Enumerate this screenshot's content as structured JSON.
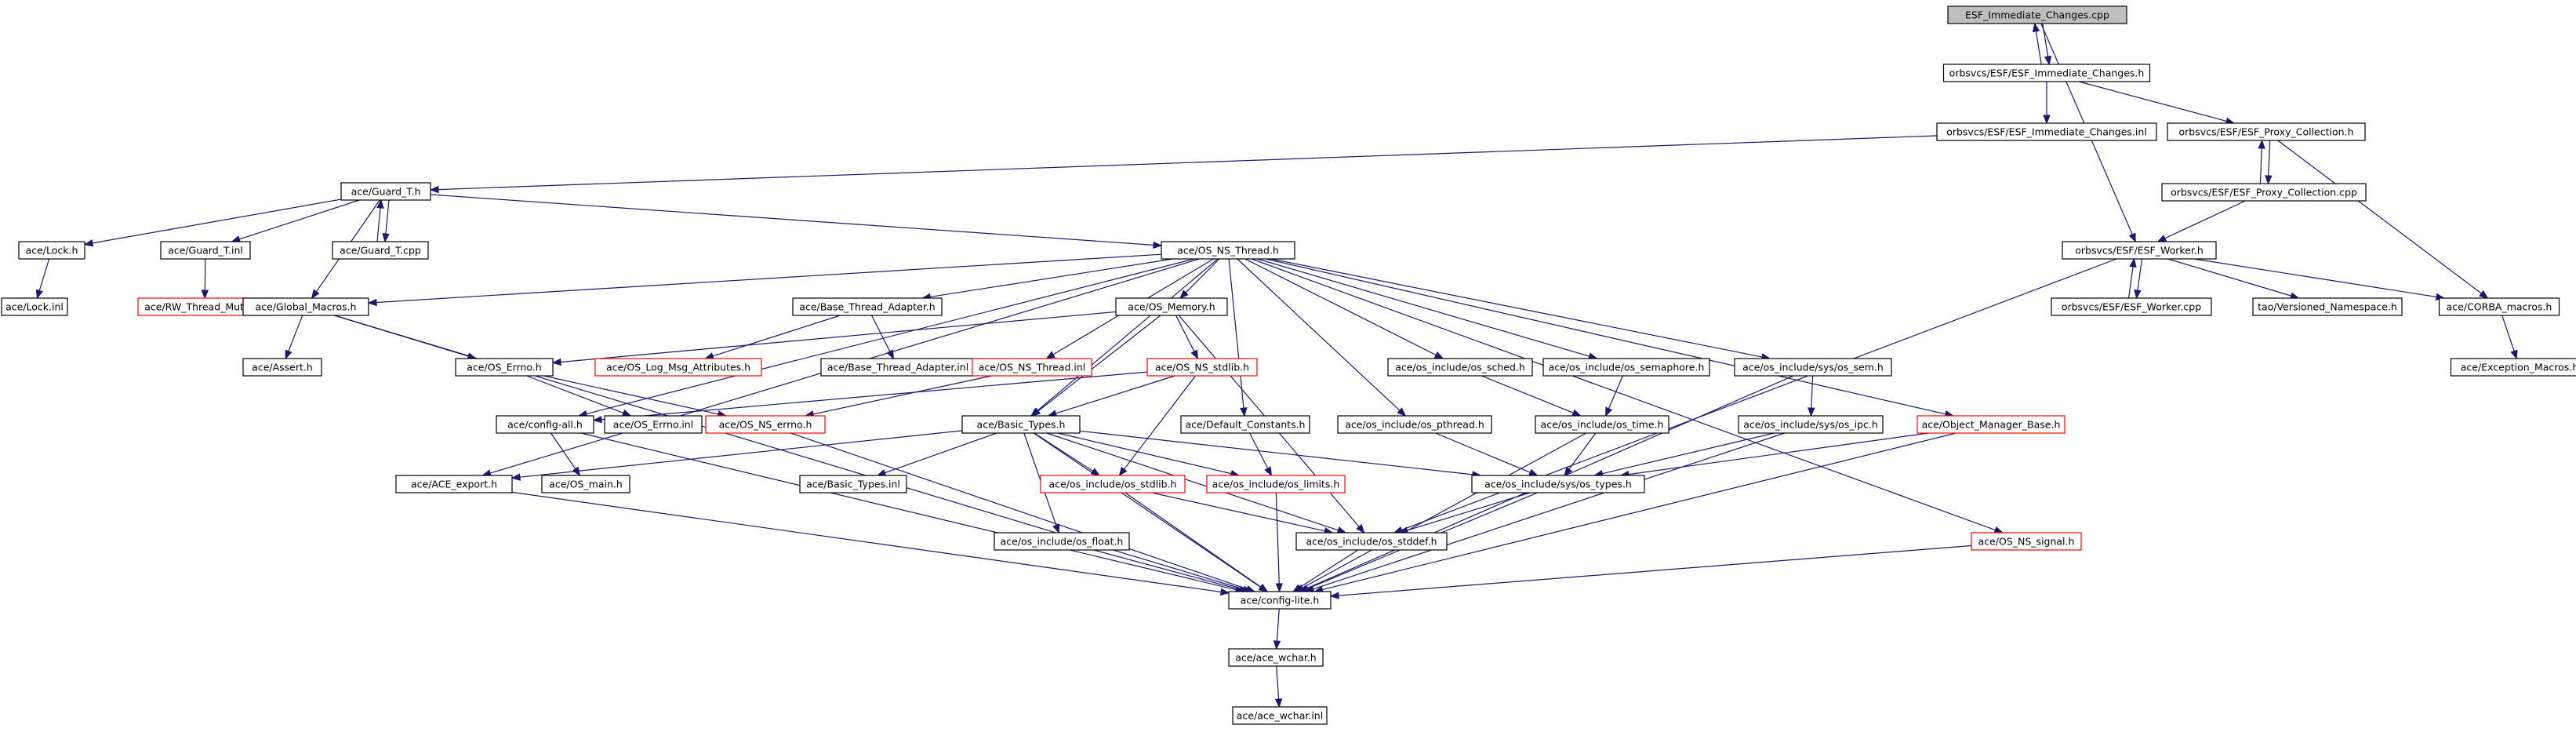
{
  "colors": {
    "edge": "#191970",
    "root_fill": "#bfbfbf",
    "root_border": "#000000",
    "node_border": "#000000",
    "incomplete_border": "#ff0000",
    "node_fill": "#ffffff"
  },
  "nodes": [
    {
      "id": "root",
      "label": "ESF_Immediate_Changes.cpp",
      "style": "root"
    },
    {
      "id": "esf_ic_h",
      "label": "orbsvcs/ESF/ESF_Immediate_Changes.h",
      "style": "normal"
    },
    {
      "id": "esf_ic_inl",
      "label": "orbsvcs/ESF/ESF_Immediate_Changes.inl",
      "style": "normal"
    },
    {
      "id": "esf_pc_h",
      "label": "orbsvcs/ESF/ESF_Proxy_Collection.h",
      "style": "normal"
    },
    {
      "id": "esf_pc_cpp",
      "label": "orbsvcs/ESF/ESF_Proxy_Collection.cpp",
      "style": "normal"
    },
    {
      "id": "esf_w_h",
      "label": "orbsvcs/ESF/ESF_Worker.h",
      "style": "normal"
    },
    {
      "id": "esf_w_cpp",
      "label": "orbsvcs/ESF/ESF_Worker.cpp",
      "style": "normal"
    },
    {
      "id": "tao_vn",
      "label": "tao/Versioned_Namespace.h",
      "style": "normal"
    },
    {
      "id": "corba_m",
      "label": "ace/CORBA_macros.h",
      "style": "normal"
    },
    {
      "id": "exc_m",
      "label": "ace/Exception_Macros.h",
      "style": "normal"
    },
    {
      "id": "guard_h",
      "label": "ace/Guard_T.h",
      "style": "normal"
    },
    {
      "id": "lock_h",
      "label": "ace/Lock.h",
      "style": "normal"
    },
    {
      "id": "lock_inl",
      "label": "ace/Lock.inl",
      "style": "normal"
    },
    {
      "id": "guard_inl",
      "label": "ace/Guard_T.inl",
      "style": "normal"
    },
    {
      "id": "rw_mutex",
      "label": "ace/RW_Thread_Mutex.h",
      "style": "incomplete"
    },
    {
      "id": "guard_cpp",
      "label": "ace/Guard_T.cpp",
      "style": "normal"
    },
    {
      "id": "global_m",
      "label": "ace/Global_Macros.h",
      "style": "normal"
    },
    {
      "id": "assert_h",
      "label": "ace/Assert.h",
      "style": "normal"
    },
    {
      "id": "osnst_h",
      "label": "ace/OS_NS_Thread.h",
      "style": "normal"
    },
    {
      "id": "bta_h",
      "label": "ace/Base_Thread_Adapter.h",
      "style": "normal"
    },
    {
      "id": "bta_inl",
      "label": "ace/Base_Thread_Adapter.inl",
      "style": "normal"
    },
    {
      "id": "oslog",
      "label": "ace/OS_Log_Msg_Attributes.h",
      "style": "incomplete"
    },
    {
      "id": "osmem_h",
      "label": "ace/OS_Memory.h",
      "style": "normal"
    },
    {
      "id": "oserrno_h",
      "label": "ace/OS_Errno.h",
      "style": "normal"
    },
    {
      "id": "oserrno_inl",
      "label": "ace/OS_Errno.inl",
      "style": "normal"
    },
    {
      "id": "osnst_inl",
      "label": "ace/OS_NS_Thread.inl",
      "style": "incomplete"
    },
    {
      "id": "osnsstdlib",
      "label": "ace/OS_NS_stdlib.h",
      "style": "incomplete"
    },
    {
      "id": "osnserrno",
      "label": "ace/OS_NS_errno.h",
      "style": "incomplete"
    },
    {
      "id": "config_all",
      "label": "ace/config-all.h",
      "style": "normal"
    },
    {
      "id": "os_main",
      "label": "ace/OS_main.h",
      "style": "normal"
    },
    {
      "id": "ace_export",
      "label": "ace/ACE_export.h",
      "style": "normal"
    },
    {
      "id": "basic_types",
      "label": "ace/Basic_Types.h",
      "style": "normal"
    },
    {
      "id": "basic_types_inl",
      "label": "ace/Basic_Types.inl",
      "style": "normal"
    },
    {
      "id": "default_const",
      "label": "ace/Default_Constants.h",
      "style": "normal"
    },
    {
      "id": "os_stdlib",
      "label": "ace/os_include/os_stdlib.h",
      "style": "incomplete"
    },
    {
      "id": "os_limits",
      "label": "ace/os_include/os_limits.h",
      "style": "incomplete"
    },
    {
      "id": "os_float",
      "label": "ace/os_include/os_float.h",
      "style": "normal"
    },
    {
      "id": "os_pthread",
      "label": "ace/os_include/os_pthread.h",
      "style": "normal"
    },
    {
      "id": "os_sched",
      "label": "ace/os_include/os_sched.h",
      "style": "normal"
    },
    {
      "id": "os_sem",
      "label": "ace/os_include/os_semaphore.h",
      "style": "normal"
    },
    {
      "id": "os_time",
      "label": "ace/os_include/os_time.h",
      "style": "normal"
    },
    {
      "id": "sys_sem",
      "label": "ace/os_include/sys/os_sem.h",
      "style": "normal"
    },
    {
      "id": "sys_ipc",
      "label": "ace/os_include/sys/os_ipc.h",
      "style": "normal"
    },
    {
      "id": "sys_types",
      "label": "ace/os_include/sys/os_types.h",
      "style": "normal"
    },
    {
      "id": "os_stddef",
      "label": "ace/os_include/os_stddef.h",
      "style": "normal"
    },
    {
      "id": "omb",
      "label": "ace/Object_Manager_Base.h",
      "style": "incomplete"
    },
    {
      "id": "osns_signal",
      "label": "ace/OS_NS_signal.h",
      "style": "incomplete"
    },
    {
      "id": "config_lite",
      "label": "ace/config-lite.h",
      "style": "normal"
    },
    {
      "id": "ace_wchar",
      "label": "ace/ace_wchar.h",
      "style": "normal"
    },
    {
      "id": "ace_wchar_inl",
      "label": "ace/ace_wchar.inl",
      "style": "normal"
    }
  ],
  "edges": [
    [
      "root",
      "esf_ic_h"
    ],
    [
      "esf_ic_h",
      "root"
    ],
    [
      "root",
      "esf_w_h"
    ],
    [
      "esf_ic_h",
      "esf_ic_inl"
    ],
    [
      "esf_ic_h",
      "esf_pc_h"
    ],
    [
      "esf_ic_inl",
      "guard_h"
    ],
    [
      "esf_pc_h",
      "esf_pc_cpp"
    ],
    [
      "esf_pc_cpp",
      "esf_pc_h"
    ],
    [
      "esf_pc_h",
      "corba_m"
    ],
    [
      "esf_pc_cpp",
      "esf_w_h"
    ],
    [
      "esf_w_h",
      "esf_w_cpp"
    ],
    [
      "esf_w_cpp",
      "esf_w_h"
    ],
    [
      "esf_w_h",
      "tao_vn"
    ],
    [
      "esf_w_h",
      "corba_m"
    ],
    [
      "esf_w_h",
      "os_stddef"
    ],
    [
      "corba_m",
      "exc_m"
    ],
    [
      "guard_h",
      "lock_h"
    ],
    [
      "guard_h",
      "guard_inl"
    ],
    [
      "guard_h",
      "guard_cpp"
    ],
    [
      "guard_cpp",
      "guard_h"
    ],
    [
      "guard_h",
      "global_m"
    ],
    [
      "guard_h",
      "osnst_h"
    ],
    [
      "lock_h",
      "lock_inl"
    ],
    [
      "guard_inl",
      "rw_mutex"
    ],
    [
      "global_m",
      "assert_h"
    ],
    [
      "global_m",
      "oserrno_h"
    ],
    [
      "global_m",
      "config_lite"
    ],
    [
      "osnst_h",
      "global_m"
    ],
    [
      "osnst_h",
      "bta_h"
    ],
    [
      "osnst_h",
      "osmem_h"
    ],
    [
      "osnst_h",
      "osnst_inl"
    ],
    [
      "osnst_h",
      "config_all"
    ],
    [
      "osnst_h",
      "ace_export"
    ],
    [
      "osnst_h",
      "basic_types"
    ],
    [
      "osnst_h",
      "default_const"
    ],
    [
      "osnst_h",
      "os_pthread"
    ],
    [
      "osnst_h",
      "os_sched"
    ],
    [
      "osnst_h",
      "os_sem"
    ],
    [
      "osnst_h",
      "sys_sem"
    ],
    [
      "osnst_h",
      "omb"
    ],
    [
      "osnst_h",
      "osns_signal"
    ],
    [
      "bta_h",
      "oslog"
    ],
    [
      "bta_h",
      "bta_inl"
    ],
    [
      "osmem_h",
      "oserrno_h"
    ],
    [
      "osmem_h",
      "osnsstdlib"
    ],
    [
      "osmem_h",
      "basic_types"
    ],
    [
      "osmem_h",
      "os_stddef"
    ],
    [
      "oserrno_h",
      "oserrno_inl"
    ],
    [
      "oserrno_h",
      "osnserrno"
    ],
    [
      "osnst_inl",
      "osnserrno"
    ],
    [
      "osnsstdlib",
      "basic_types"
    ],
    [
      "osnsstdlib",
      "os_stdlib"
    ],
    [
      "osnsstdlib",
      "config_all"
    ],
    [
      "osnserrno",
      "config_lite"
    ],
    [
      "config_all",
      "os_main"
    ],
    [
      "config_all",
      "config_lite"
    ],
    [
      "ace_export",
      "config_lite"
    ],
    [
      "basic_types",
      "basic_types_inl"
    ],
    [
      "basic_types",
      "ace_export"
    ],
    [
      "basic_types",
      "os_stdlib"
    ],
    [
      "basic_types",
      "os_limits"
    ],
    [
      "basic_types",
      "os_float"
    ],
    [
      "basic_types",
      "os_stddef"
    ],
    [
      "basic_types",
      "sys_types"
    ],
    [
      "basic_types",
      "config_lite"
    ],
    [
      "default_const",
      "os_limits"
    ],
    [
      "os_stdlib",
      "config_lite"
    ],
    [
      "os_stdlib",
      "os_stddef"
    ],
    [
      "os_limits",
      "config_lite"
    ],
    [
      "os_float",
      "config_lite"
    ],
    [
      "os_pthread",
      "sys_types"
    ],
    [
      "os_sched",
      "os_time"
    ],
    [
      "os_sem",
      "os_time"
    ],
    [
      "os_time",
      "sys_types"
    ],
    [
      "os_time",
      "config_lite"
    ],
    [
      "sys_sem",
      "sys_ipc"
    ],
    [
      "sys_sem",
      "config_lite"
    ],
    [
      "sys_ipc",
      "sys_types"
    ],
    [
      "sys_ipc",
      "config_lite"
    ],
    [
      "sys_types",
      "os_stddef"
    ],
    [
      "sys_types",
      "config_lite"
    ],
    [
      "os_stddef",
      "config_lite"
    ],
    [
      "omb",
      "sys_types"
    ],
    [
      "omb",
      "config_lite"
    ],
    [
      "osns_signal",
      "config_lite"
    ],
    [
      "config_lite",
      "ace_wchar"
    ],
    [
      "ace_wchar",
      "ace_wchar_inl"
    ]
  ]
}
